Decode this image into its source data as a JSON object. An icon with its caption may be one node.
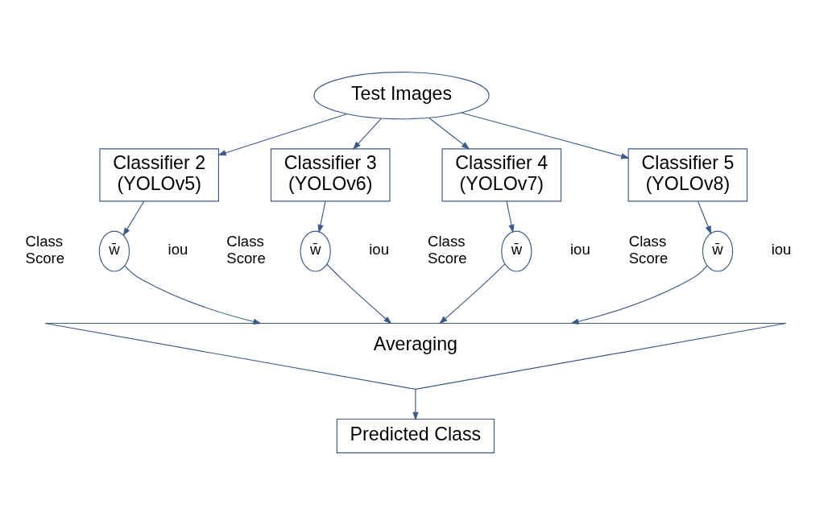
{
  "diagram": {
    "nodes": [
      {
        "text": [
          "Test Images"
        ]
      },
      {
        "text": [
          "Classifier 2 (YOLOv5)"
        ]
      },
      {
        "text": [
          "Classifier 3 (YOLOv6)"
        ]
      },
      {
        "text": [
          "Classifier 4 (YOLOv7)"
        ]
      },
      {
        "text": [
          "Classifier 5 (YOLOv8)"
        ]
      },
      {
        "text": [
          "w̄"
        ],
        "beside": [
          "Class Score",
          "iou"
        ]
      },
      {
        "text": [
          "w̄"
        ],
        "beside": [
          "Class Score",
          "iou"
        ]
      },
      {
        "text": [
          "w̄"
        ],
        "beside": [
          "Class Score",
          "iou"
        ]
      },
      {
        "text": [
          "w̄"
        ],
        "beside": [
          "Class Score",
          "iou"
        ]
      },
      {
        "text": [
          "Averaging"
        ]
      },
      {
        "text": [
          "Predicted Class"
        ]
      }
    ],
    "edges": [
      {
        "from": 0,
        "to": 1,
        "arrow": "to"
      },
      {
        "from": 0,
        "to": 2,
        "arrow": "to"
      },
      {
        "from": 0,
        "to": 3,
        "arrow": "to"
      },
      {
        "from": 0,
        "to": 4,
        "arrow": "to"
      },
      {
        "from": 1,
        "to": 5,
        "arrow": "to"
      },
      {
        "from": 2,
        "to": 6,
        "arrow": "to"
      },
      {
        "from": 3,
        "to": 7,
        "arrow": "to"
      },
      {
        "from": 4,
        "to": 8,
        "arrow": "to"
      },
      {
        "from": 5,
        "to": 9,
        "arrow": "to"
      },
      {
        "from": 6,
        "to": 9,
        "arrow": "to"
      },
      {
        "from": 7,
        "to": 9,
        "arrow": "to"
      },
      {
        "from": 8,
        "to": 9,
        "arrow": "to"
      },
      {
        "from": 9,
        "to": 10,
        "arrow": "to"
      }
    ]
  }
}
